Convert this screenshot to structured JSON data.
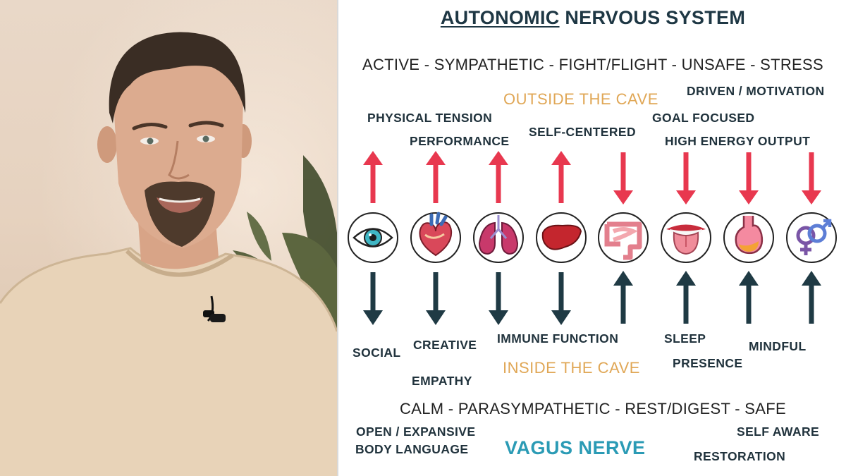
{
  "title": {
    "underlined": "AUTONOMIC",
    "rest": " NERVOUS SYSTEM"
  },
  "active_line": "ACTIVE - SYMPATHETIC - FIGHT/FLIGHT - UNSAFE - STRESS",
  "outside_label": "OUTSIDE THE CAVE",
  "sympathetic_traits": {
    "physical_tension": "PHYSICAL TENSION",
    "performance": "PERFORMANCE",
    "self_centered": "SELF-CENTERED",
    "driven": "DRIVEN / MOTIVATION",
    "goal_focused": "GOAL FOCUSED",
    "high_energy": "HIGH ENERGY OUTPUT"
  },
  "organs": [
    {
      "icon": "eye-icon"
    },
    {
      "icon": "heart-icon"
    },
    {
      "icon": "lungs-icon"
    },
    {
      "icon": "liver-icon"
    },
    {
      "icon": "intestines-icon"
    },
    {
      "icon": "mouth-tongue-icon"
    },
    {
      "icon": "stomach-icon"
    },
    {
      "icon": "gender-symbols-icon"
    }
  ],
  "arrows": {
    "top": [
      "up",
      "up",
      "up",
      "up",
      "down",
      "down",
      "down",
      "down"
    ],
    "bottom": [
      "down",
      "down",
      "down",
      "down",
      "up",
      "up",
      "up",
      "up"
    ]
  },
  "parasympathetic_traits": {
    "social": "SOCIAL",
    "creative": "CREATIVE",
    "immune": "IMMUNE FUNCTION",
    "sleep": "SLEEP",
    "mindful": "MINDFUL",
    "empathy": "EMPATHY",
    "presence": "PRESENCE",
    "open_line1": "OPEN / EXPANSIVE",
    "open_line2": "BODY LANGUAGE",
    "self_aware": "SELF AWARE",
    "restoration": "RESTORATION"
  },
  "inside_label": "INSIDE THE CAVE",
  "calm_line": "CALM - PARASYMPATHETIC - REST/DIGEST - SAFE",
  "vagus_label": "VAGUS NERVE",
  "colors": {
    "sympathetic_arrow": "#e8384f",
    "parasympathetic_arrow": "#1f3a44",
    "cave_label": "#e0a756",
    "vagus_label": "#2b9bb5",
    "heading": "#1e3744"
  }
}
